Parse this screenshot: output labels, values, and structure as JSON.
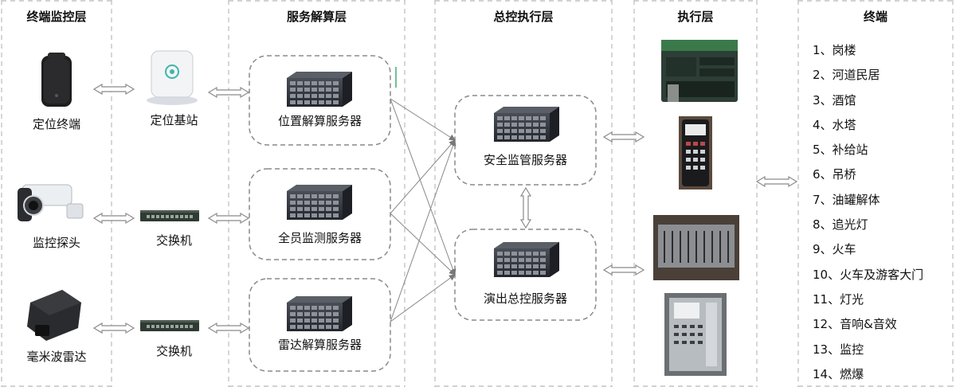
{
  "columns": {
    "c1": "终端监控层",
    "c2": "服务解算层",
    "c3": "总控执行层",
    "c4": "执行层",
    "c5": "终端"
  },
  "devices": {
    "locator": "定位终端",
    "base_station": "定位基站",
    "camera": "监控探头",
    "switch_1": "交换机",
    "radar": "毫米波雷达",
    "switch_2": "交换机"
  },
  "servers": {
    "position": "位置解算服务器",
    "staff": "全员监测服务器",
    "radar": "雷达解算服务器",
    "safety": "安全监管服务器",
    "show": "演出总控服务器"
  },
  "terminals": [
    "1、岗楼",
    "2、河道民居",
    "3、酒馆",
    "4、水塔",
    "5、补给站",
    "6、吊桥",
    "7、油罐解体",
    "8、追光灯",
    "9、火车",
    "10、火车及游客大门",
    "11、灯光",
    "12、音响&音效",
    "13、监控",
    "14、燃爆"
  ],
  "colors": {
    "dash_border": "#bdbdbd",
    "box_border": "#8a8a8a",
    "arrow": "#777777",
    "server_dark": "#2e3138",
    "plc_green": "#3a7a4a"
  }
}
